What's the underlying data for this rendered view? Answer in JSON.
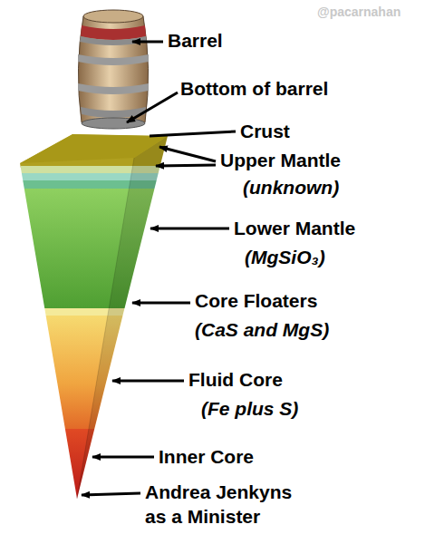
{
  "diagram": {
    "labels": [
      "@pacarnahan",
      "Barrel",
      "Bottom of barrel",
      "Crust",
      "Upper Mantle",
      "(unknown)",
      "Lower Mantle",
      "(MgSiO₃)",
      "Core Floaters",
      "(CaS and MgS)",
      "Fluid Core",
      "(Fe plus S)",
      "Inner Core",
      "Andrea Jenkyns as a Minister"
    ]
  }
}
